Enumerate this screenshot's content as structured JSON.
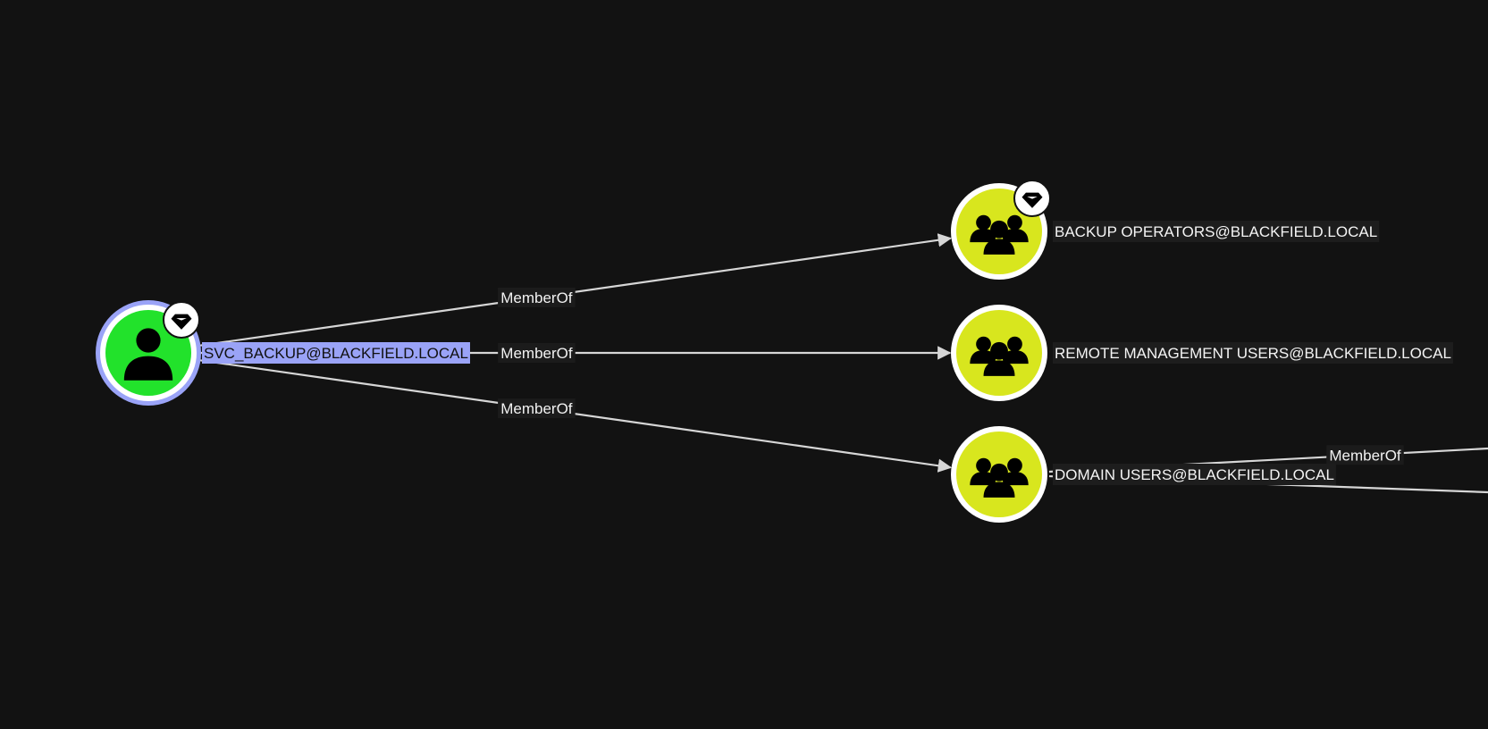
{
  "graph": {
    "colors": {
      "background": "#121212",
      "user_node_fill": "#22e22b",
      "group_node_fill": "#d8e61e",
      "node_ring": "#ffffff",
      "selected_ring": "#9aa3f7",
      "edge": "#d6d6d6"
    },
    "nodes": [
      {
        "id": "svc_backup",
        "label": "SVC_BACKUP@BLACKFIELD.LOCAL",
        "kind": "user",
        "icon": "user-icon",
        "badge": "gem-icon",
        "selected": true
      },
      {
        "id": "backup_operators",
        "label": "BACKUP OPERATORS@BLACKFIELD.LOCAL",
        "kind": "group",
        "icon": "group-icon",
        "badge": "gem-icon",
        "selected": false
      },
      {
        "id": "remote_management_users",
        "label": "REMOTE MANAGEMENT USERS@BLACKFIELD.LOCAL",
        "kind": "group",
        "icon": "group-icon",
        "badge": "",
        "selected": false
      },
      {
        "id": "domain_users",
        "label": "DOMAIN USERS@BLACKFIELD.LOCAL",
        "kind": "group",
        "icon": "group-icon",
        "badge": "",
        "selected": false
      }
    ],
    "edges": [
      {
        "from": "svc_backup",
        "to": "backup_operators",
        "label": "MemberOf"
      },
      {
        "from": "svc_backup",
        "to": "remote_management_users",
        "label": "MemberOf"
      },
      {
        "from": "svc_backup",
        "to": "domain_users",
        "label": "MemberOf"
      },
      {
        "from": "domain_users",
        "to": "",
        "label": "MemberOf"
      },
      {
        "from": "domain_users",
        "to": "",
        "label": ""
      }
    ]
  }
}
